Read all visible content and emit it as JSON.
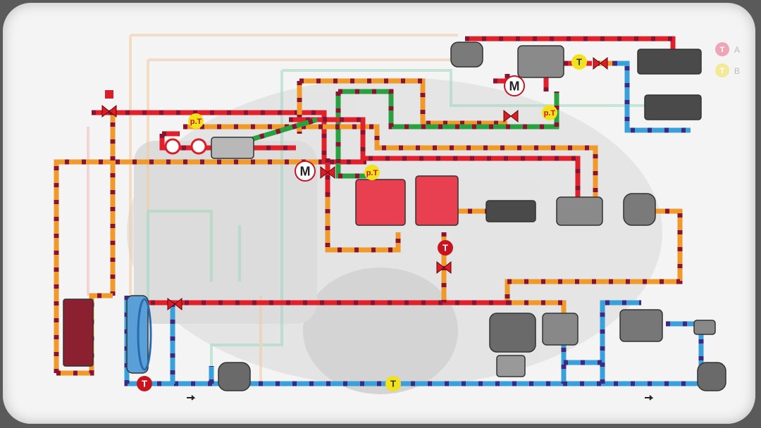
{
  "legend": [
    {
      "symbol": "T",
      "label": "A",
      "color": "#e8708f"
    },
    {
      "symbol": "T",
      "label": "B",
      "color": "#f0e25a"
    }
  ],
  "badges": {
    "motor": "M",
    "pressure_temp": "p.T",
    "temp": "T"
  },
  "colors": {
    "orange_pipe": "#ef9a2a",
    "red_pipe": "#e0202a",
    "green_pipe": "#2aa040",
    "blue_pipe": "#3aa0dc",
    "pipe_dash": "#8a1430",
    "red_badge": "#c8141e",
    "yellow_badge": "#f2e21c"
  }
}
